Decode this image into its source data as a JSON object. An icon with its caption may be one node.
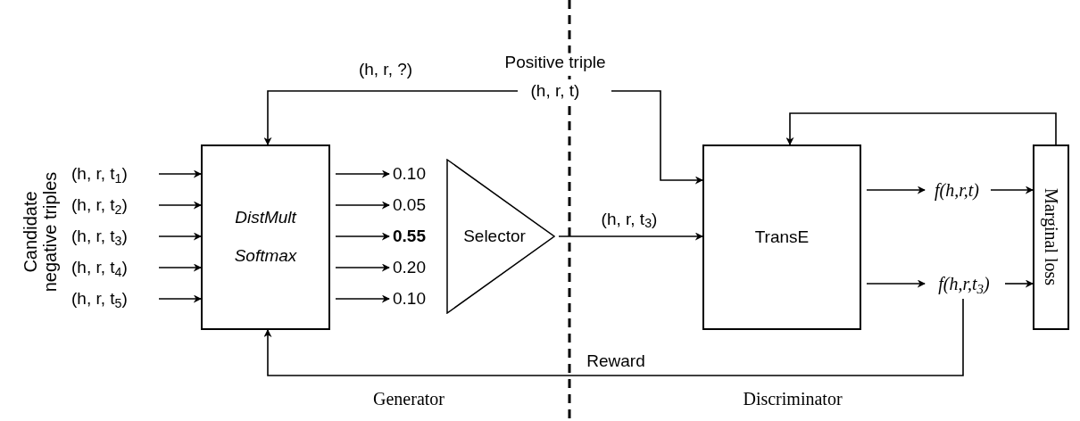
{
  "diagram": {
    "nodes": [
      {
        "text": [
          "(h, r, t$_{1}$)"
        ]
      },
      {
        "text": [
          "(h, r, t$_{2}$)"
        ]
      },
      {
        "text": [
          "(h, r, t$_{3}$)"
        ]
      },
      {
        "text": [
          "(h, r, t$_{4}$)"
        ]
      },
      {
        "text": [
          "(h, r, t$_{5}$)"
        ]
      },
      {
        "text": [
          "DistMult",
          "Softmax"
        ]
      },
      {
        "text": [
          "0.10"
        ]
      },
      {
        "text": [
          "0.05"
        ]
      },
      {
        "text": [
          "0.55"
        ]
      },
      {
        "text": [
          "0.20"
        ]
      },
      {
        "text": [
          "0.10"
        ]
      },
      {
        "text": [
          "Selector"
        ]
      },
      {
        "text": [
          "(h, r, t)"
        ],
        "beside": [
          "Positive triple"
        ]
      },
      {
        "text": [
          "TransE"
        ]
      },
      {
        "text": [
          "f(h,r,t)"
        ]
      },
      {
        "text": [
          "f(h,r,t$_{3}$)"
        ]
      },
      {
        "text": [
          "Marginal loss"
        ]
      }
    ],
    "edges": [
      {
        "from": 0,
        "to": 5,
        "arrow": "to"
      },
      {
        "from": 1,
        "to": 5,
        "arrow": "to"
      },
      {
        "from": 2,
        "to": 5,
        "arrow": "to"
      },
      {
        "from": 3,
        "to": 5,
        "arrow": "to"
      },
      {
        "from": 4,
        "to": 5,
        "arrow": "to"
      },
      {
        "from": 5,
        "to": 6,
        "arrow": "to"
      },
      {
        "from": 5,
        "to": 7,
        "arrow": "to"
      },
      {
        "from": 5,
        "to": 8,
        "arrow": "to"
      },
      {
        "from": 5,
        "to": 9,
        "arrow": "to"
      },
      {
        "from": 5,
        "to": 10,
        "arrow": "to"
      },
      {
        "from": 11,
        "to": 13,
        "arrow": "to",
        "label": "(h, r, t$_{3}$)"
      },
      {
        "from": 12,
        "to": 5,
        "arrow": "to",
        "label": "(h, r, ?)"
      },
      {
        "from": 12,
        "to": 13,
        "arrow": "to"
      },
      {
        "from": 13,
        "to": 14,
        "arrow": "to"
      },
      {
        "from": 13,
        "to": 15,
        "arrow": "to"
      },
      {
        "from": 14,
        "to": 16,
        "arrow": "to"
      },
      {
        "from": 15,
        "to": 16,
        "arrow": "to"
      },
      {
        "from": 16,
        "to": 13,
        "arrow": "to"
      },
      {
        "from": 15,
        "to": 5,
        "arrow": "to",
        "label": "Reward"
      }
    ],
    "labels": [
      "Candidate negative triples",
      "Generator",
      "Discriminator"
    ]
  }
}
